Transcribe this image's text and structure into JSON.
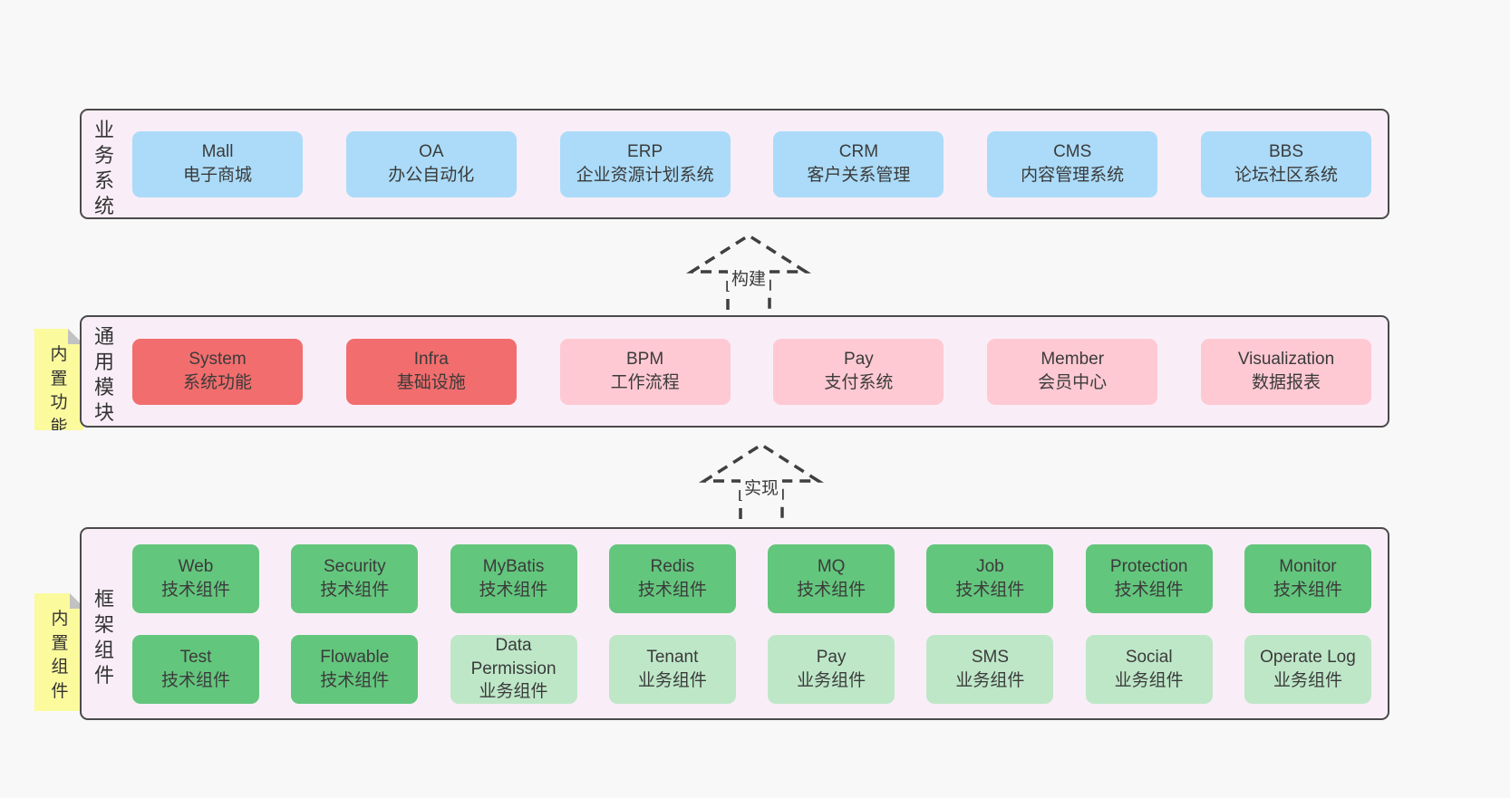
{
  "colors": {
    "page_bg": "#f8f8f8",
    "band_bg": "#f9eef7",
    "band_border": "#4a4a4a",
    "blue_box": "#abdbf8",
    "red_box": "#f26d6d",
    "pink_box": "#fec9d3",
    "green_box": "#63c67d",
    "light_green_box": "#bee7c8",
    "sticky_bg": "#fbfa9d",
    "sticky_fold": "#c2c2c2",
    "text": "#3b3b3b"
  },
  "arrows": [
    {
      "label": "构建"
    },
    {
      "label": "实现"
    }
  ],
  "bands": [
    {
      "label": "业务系统",
      "boxes": [
        {
          "title": "Mall",
          "subtitle": "电子商城",
          "variant": "blue"
        },
        {
          "title": "OA",
          "subtitle": "办公自动化",
          "variant": "blue"
        },
        {
          "title": "ERP",
          "subtitle": "企业资源计划系统",
          "variant": "blue"
        },
        {
          "title": "CRM",
          "subtitle": "客户关系管理",
          "variant": "blue"
        },
        {
          "title": "CMS",
          "subtitle": "内容管理系统",
          "variant": "blue"
        },
        {
          "title": "BBS",
          "subtitle": "论坛社区系统",
          "variant": "blue"
        }
      ]
    },
    {
      "label": "通用模块",
      "sticky": "内置功能",
      "boxes": [
        {
          "title": "System",
          "subtitle": "系统功能",
          "variant": "red"
        },
        {
          "title": "Infra",
          "subtitle": "基础设施",
          "variant": "red"
        },
        {
          "title": "BPM",
          "subtitle": "工作流程",
          "variant": "pink"
        },
        {
          "title": "Pay",
          "subtitle": "支付系统",
          "variant": "pink"
        },
        {
          "title": "Member",
          "subtitle": "会员中心",
          "variant": "pink"
        },
        {
          "title": "Visualization",
          "subtitle": "数据报表",
          "variant": "pink"
        }
      ]
    },
    {
      "label": "框架组件",
      "sticky": "内置组件",
      "rows": [
        [
          {
            "title": "Web",
            "subtitle": "技术组件",
            "variant": "green"
          },
          {
            "title": "Security",
            "subtitle": "技术组件",
            "variant": "green"
          },
          {
            "title": "MyBatis",
            "subtitle": "技术组件",
            "variant": "green"
          },
          {
            "title": "Redis",
            "subtitle": "技术组件",
            "variant": "green"
          },
          {
            "title": "MQ",
            "subtitle": "技术组件",
            "variant": "green"
          },
          {
            "title": "Job",
            "subtitle": "技术组件",
            "variant": "green"
          },
          {
            "title": "Protection",
            "subtitle": "技术组件",
            "variant": "green"
          },
          {
            "title": "Monitor",
            "subtitle": "技术组件",
            "variant": "green"
          }
        ],
        [
          {
            "title": "Test",
            "subtitle": "技术组件",
            "variant": "green"
          },
          {
            "title": "Flowable",
            "subtitle": "技术组件",
            "variant": "green"
          },
          {
            "title": "Data Permission",
            "subtitle": "业务组件",
            "variant": "lightgreen"
          },
          {
            "title": "Tenant",
            "subtitle": "业务组件",
            "variant": "lightgreen"
          },
          {
            "title": "Pay",
            "subtitle": "业务组件",
            "variant": "lightgreen"
          },
          {
            "title": "SMS",
            "subtitle": "业务组件",
            "variant": "lightgreen"
          },
          {
            "title": "Social",
            "subtitle": "业务组件",
            "variant": "lightgreen"
          },
          {
            "title": "Operate Log",
            "subtitle": "业务组件",
            "variant": "lightgreen"
          }
        ]
      ]
    }
  ]
}
